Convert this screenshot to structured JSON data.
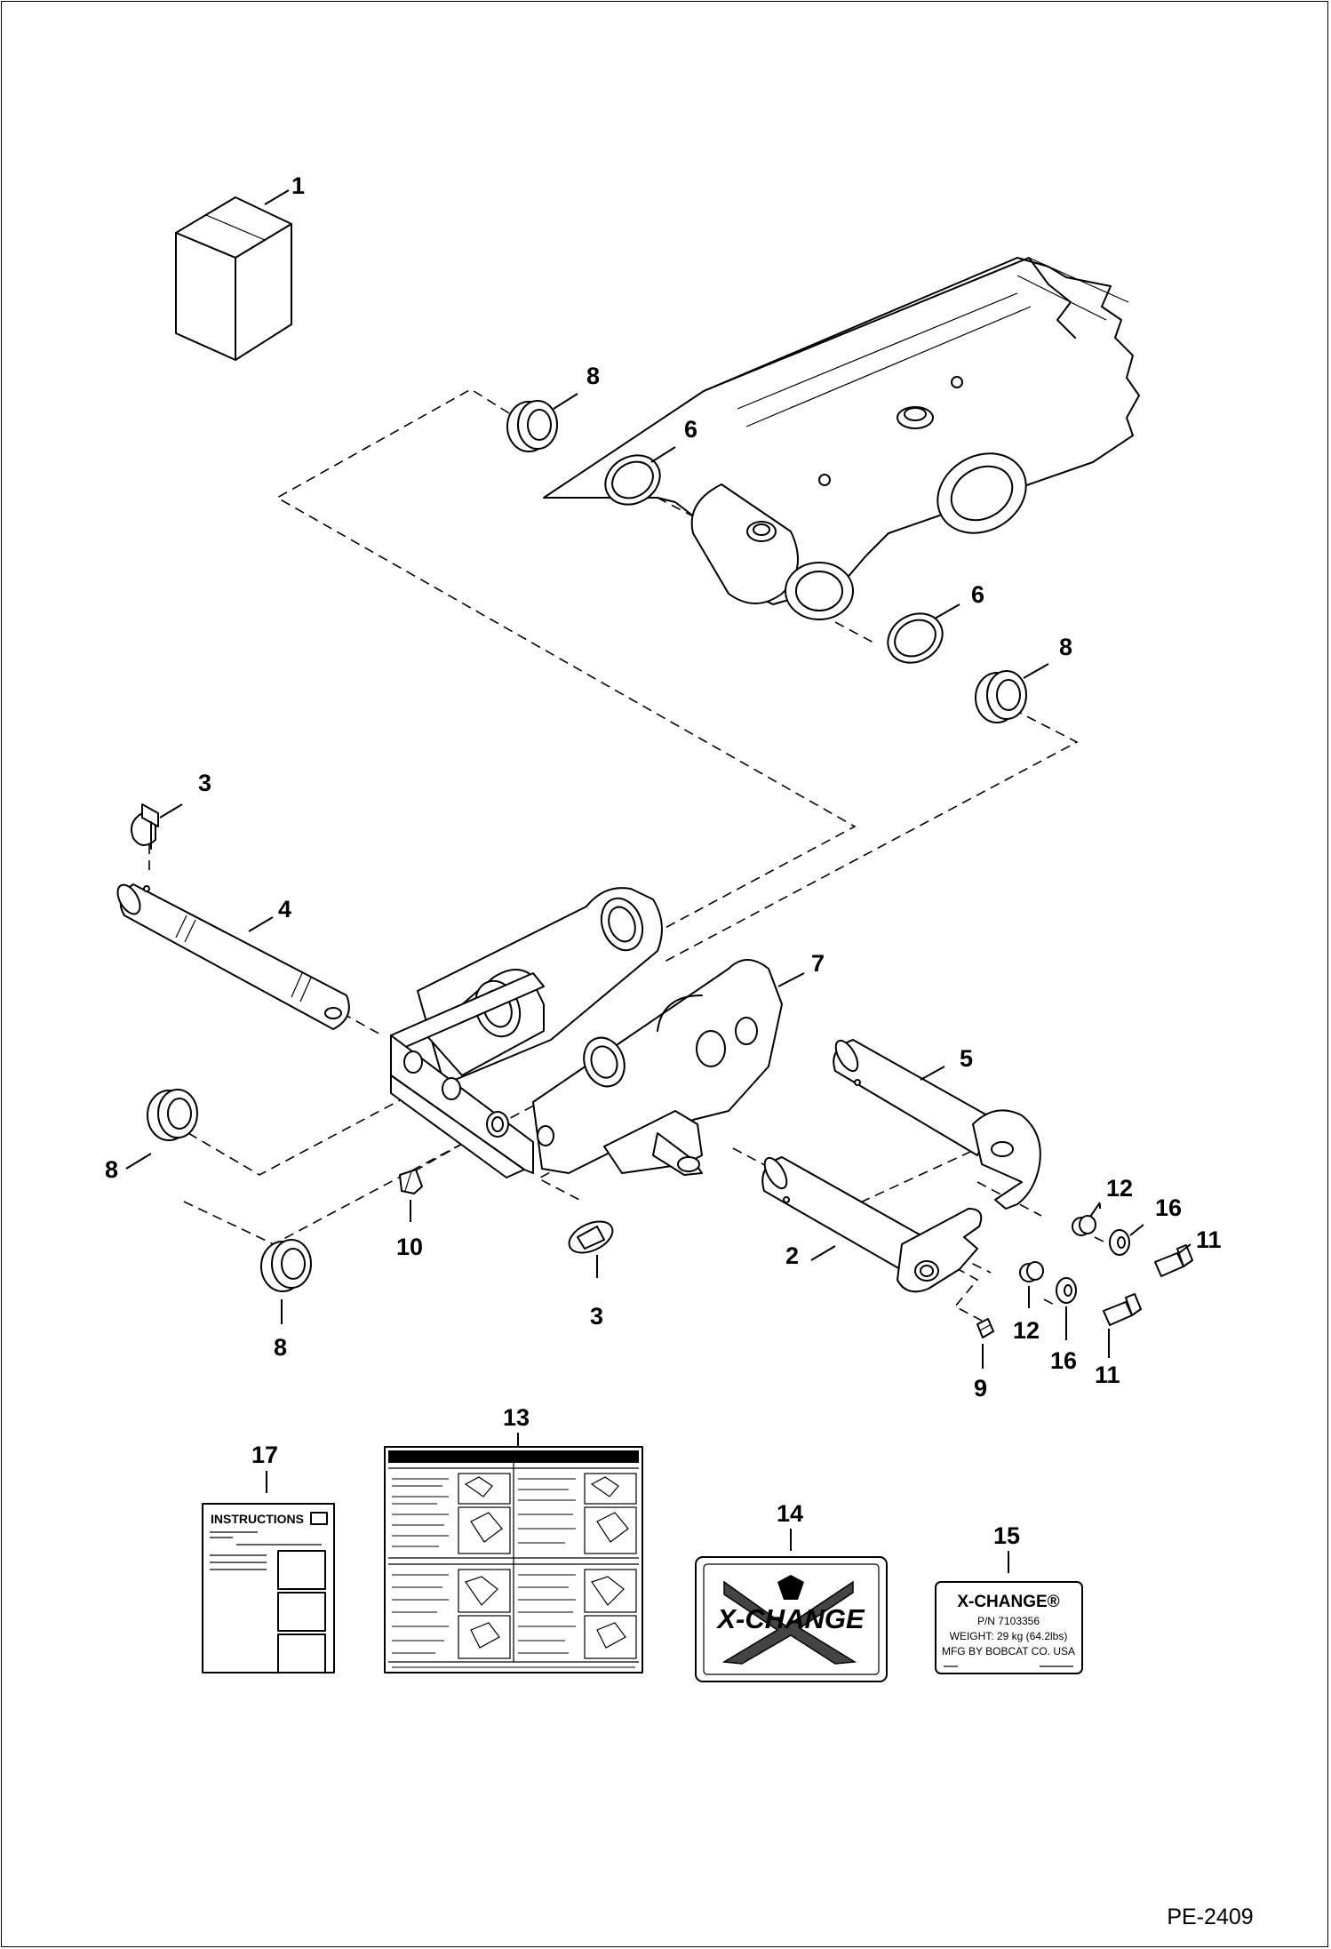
{
  "callouts": [
    {
      "id": "c1",
      "text": "1"
    },
    {
      "id": "c8a",
      "text": "8"
    },
    {
      "id": "c6a",
      "text": "6"
    },
    {
      "id": "c6b",
      "text": "6"
    },
    {
      "id": "c8b",
      "text": "8"
    },
    {
      "id": "c3a",
      "text": "3"
    },
    {
      "id": "c4",
      "text": "4"
    },
    {
      "id": "c7",
      "text": "7"
    },
    {
      "id": "c5",
      "text": "5"
    },
    {
      "id": "c8c",
      "text": "8"
    },
    {
      "id": "c10",
      "text": "10"
    },
    {
      "id": "c3b",
      "text": "3"
    },
    {
      "id": "c8d",
      "text": "8"
    },
    {
      "id": "c2",
      "text": "2"
    },
    {
      "id": "c12a",
      "text": "12"
    },
    {
      "id": "c16a",
      "text": "16"
    },
    {
      "id": "c11a",
      "text": "11"
    },
    {
      "id": "c9",
      "text": "9"
    },
    {
      "id": "c12b",
      "text": "12"
    },
    {
      "id": "c16b",
      "text": "16"
    },
    {
      "id": "c11b",
      "text": "11"
    },
    {
      "id": "c13",
      "text": "13"
    },
    {
      "id": "c17",
      "text": "17"
    },
    {
      "id": "c14",
      "text": "14"
    },
    {
      "id": "c15",
      "text": "15"
    }
  ],
  "instructions_manual": {
    "title": "INSTRUCTIONS"
  },
  "decal_14": {
    "text": "X-CHANGE"
  },
  "id_plate_15": {
    "title": "X-CHANGE®",
    "part_number": "P/N 7103356",
    "weight": "WEIGHT: 29 kg (64.2lbs)",
    "manufacturer": "MFG BY BOBCAT CO. USA"
  },
  "document_id": "PE-2409"
}
